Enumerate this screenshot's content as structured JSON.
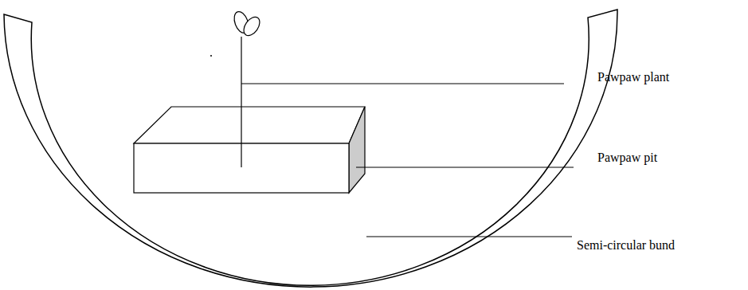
{
  "diagram": {
    "labels": [
      "Pawpaw plant",
      "Pawpaw pit",
      "Semi-circular bund"
    ]
  }
}
